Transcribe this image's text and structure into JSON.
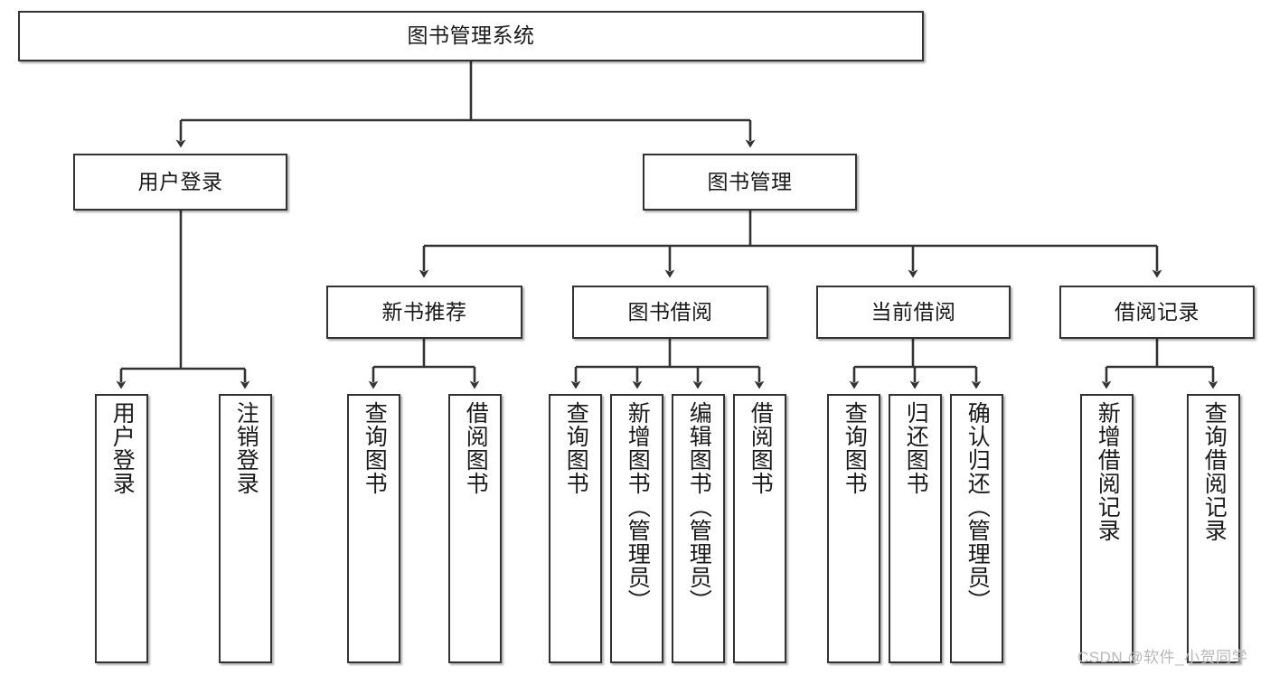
{
  "diagram": {
    "title": "图书管理系统",
    "type": "hierarchy-tree",
    "root": {
      "id": "root",
      "label": "图书管理系统"
    },
    "level2": [
      {
        "id": "user-login",
        "label": "用户登录"
      },
      {
        "id": "book-manage",
        "label": "图书管理"
      }
    ],
    "level3": [
      {
        "id": "new-book-rec",
        "label": "新书推荐"
      },
      {
        "id": "book-borrow",
        "label": "图书借阅"
      },
      {
        "id": "current-borrow",
        "label": "当前借阅"
      },
      {
        "id": "borrow-record",
        "label": "借阅记录"
      }
    ],
    "leaves": [
      {
        "id": "leaf-user-login",
        "label": "用户登录",
        "parent": "user-login"
      },
      {
        "id": "leaf-user-logout",
        "label": "注销登录",
        "parent": "user-login"
      },
      {
        "id": "leaf-query-book-1",
        "label": "查询图书",
        "parent": "new-book-rec"
      },
      {
        "id": "leaf-borrow-book-1",
        "label": "借阅图书",
        "parent": "new-book-rec"
      },
      {
        "id": "leaf-query-book-2",
        "label": "查询图书",
        "parent": "book-borrow"
      },
      {
        "id": "leaf-add-book",
        "label": "新增图书（管理员）",
        "parent": "book-borrow"
      },
      {
        "id": "leaf-edit-book",
        "label": "编辑图书（管理员）",
        "parent": "book-borrow"
      },
      {
        "id": "leaf-borrow-book-2",
        "label": "借阅图书",
        "parent": "book-borrow"
      },
      {
        "id": "leaf-query-book-3",
        "label": "查询图书",
        "parent": "current-borrow"
      },
      {
        "id": "leaf-return-book",
        "label": "归还图书",
        "parent": "current-borrow"
      },
      {
        "id": "leaf-confirm-return",
        "label": "确认归还（管理员）",
        "parent": "current-borrow"
      },
      {
        "id": "leaf-add-record",
        "label": "新增借阅记录",
        "parent": "borrow-record"
      },
      {
        "id": "leaf-query-record",
        "label": "查询借阅记录",
        "parent": "borrow-record"
      }
    ],
    "colors": {
      "border": "#333333",
      "background": "#ffffff",
      "text": "#1a1a1a",
      "edge": "#333333",
      "watermark": "#b8b8b8"
    }
  },
  "watermark": {
    "text": "CSDN @软件_小贺同学"
  }
}
